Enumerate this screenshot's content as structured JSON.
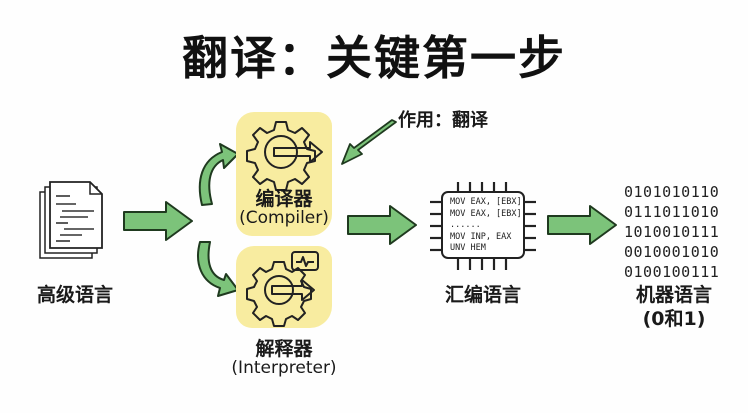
{
  "title": "翻译：关键第一步",
  "annotation": "作用：翻译",
  "nodes": {
    "high_level": {
      "label": "高级语言"
    },
    "compiler": {
      "label": "编译器",
      "sub": "(Compiler)"
    },
    "interpreter": {
      "label": "解释器",
      "sub": "(Interpreter)"
    },
    "assembly": {
      "label": "汇编语言",
      "code": [
        "MOV EAX, [EBX]",
        "MOV EAX, [EBX]",
        "......",
        "MOV INP, EAX",
        "UNV HEM"
      ]
    },
    "machine": {
      "label": "机器语言",
      "sub": "(0和1)",
      "binary": [
        "0101010110",
        "0111011010",
        "1010010111",
        "0010001010",
        "0100100111"
      ]
    }
  },
  "colors": {
    "arrow_fill": "#7cc37a",
    "arrow_stroke": "#1f3a1f",
    "highlight": "#f8eca0"
  }
}
